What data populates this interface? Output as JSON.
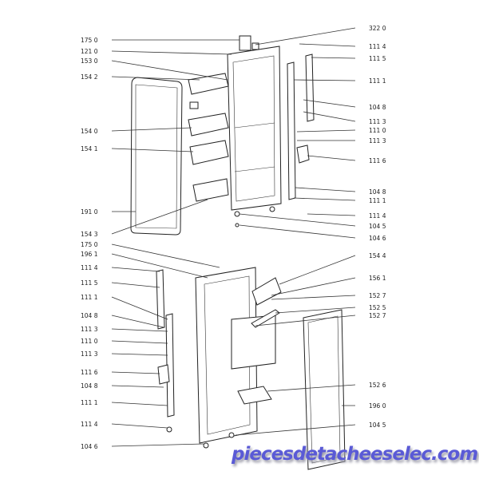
{
  "diagram": {
    "left_labels": [
      "175 0",
      "121 0",
      "153 0",
      "154 2",
      "154 0",
      "154 1",
      "191 0",
      "154 3",
      "175 0",
      "196 1",
      "111 4",
      "111 5",
      "111 1",
      "104 8",
      "111 3",
      "111 0",
      "111 3",
      "111 6",
      "104 8",
      "111 1",
      "111 4",
      "104 6"
    ],
    "right_labels": [
      "322 0",
      "111 4",
      "111 5",
      "111 1",
      "104 8",
      "111 3",
      "111 0",
      "111 3",
      "111 6",
      "104 8",
      "111 1",
      "111 4",
      "104 5",
      "104 6",
      "154 4",
      "156 1",
      "152 7",
      "152 5",
      "152 7",
      "152 6",
      "196 0",
      "104 5"
    ]
  },
  "watermark": "piecesdetacheeselec.com"
}
